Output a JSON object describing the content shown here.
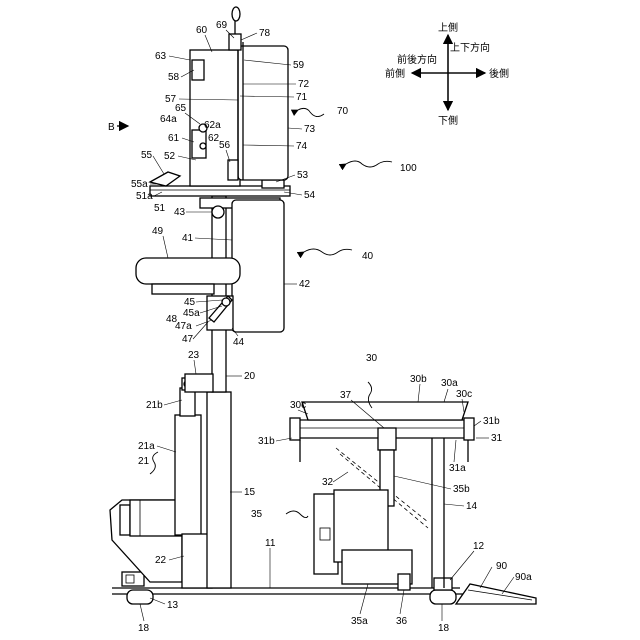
{
  "directions": {
    "up": "上側",
    "updown": "上下方向",
    "frontback": "前後方向",
    "front": "前側",
    "back": "後側",
    "down": "下側"
  },
  "view_arrow": "B",
  "labels": {
    "l60": "60",
    "l69": "69",
    "l78": "78",
    "l63": "63",
    "l59": "59",
    "l58": "58",
    "l72": "72",
    "l57": "57",
    "l71": "71",
    "l65": "65",
    "l70": "70",
    "l64a": "64a",
    "l62a": "62a",
    "l73": "73",
    "l61": "61",
    "l62": "62",
    "l74": "74",
    "l52": "52",
    "l56": "56",
    "l55": "55",
    "l100": "100",
    "l53": "53",
    "l55a": "55a",
    "l51a": "51a",
    "l54": "54",
    "l51": "51",
    "l43": "43",
    "l41": "41",
    "l49": "49",
    "l40": "40",
    "l42": "42",
    "l45": "45",
    "l45a": "45a",
    "l48": "48",
    "l47a": "47a",
    "l47": "47",
    "l44": "44",
    "l23": "23",
    "l20": "20",
    "l30": "30",
    "l30b": "30b",
    "l30a": "30a",
    "l37": "37",
    "l30c_l": "30c",
    "l30c_r": "30c",
    "l21b": "21b",
    "l31b_r": "31b",
    "l31b_l": "31b",
    "l31": "31",
    "l21a": "21a",
    "l31a": "31a",
    "l21": "21",
    "l32": "32",
    "l15": "15",
    "l35b": "35b",
    "l14": "14",
    "l35": "35",
    "l22": "22",
    "l11": "11",
    "l12": "12",
    "l90": "90",
    "l90a": "90a",
    "l13": "13",
    "l18_l": "18",
    "l35a": "35a",
    "l36": "36",
    "l18_r": "18"
  }
}
